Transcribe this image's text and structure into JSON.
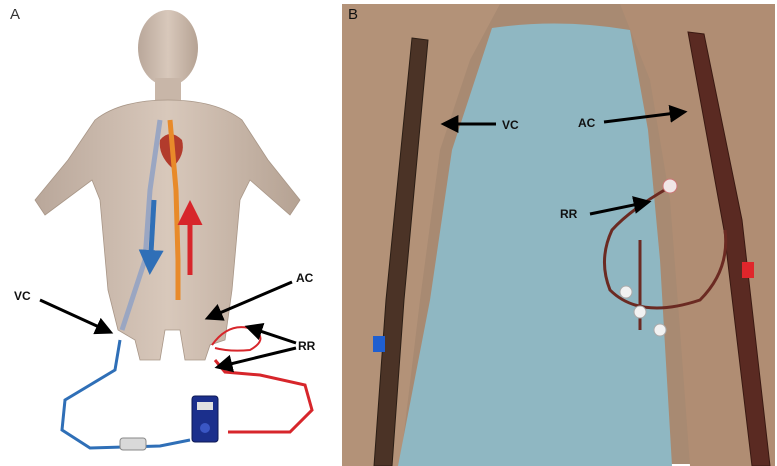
{
  "panel_a": {
    "letter": "A",
    "labels": {
      "vc": "VC",
      "ac": "AC",
      "rr": "RR"
    }
  },
  "panel_b": {
    "letter": "B",
    "labels": {
      "vc": "VC",
      "ac": "AC",
      "rr": "RR"
    }
  },
  "colors": {
    "venous": "#2f6fb7",
    "arterial": "#d7262b",
    "skin": "#c9a88e",
    "drape": "#8fb7c2",
    "device": "#1b2f8c"
  }
}
